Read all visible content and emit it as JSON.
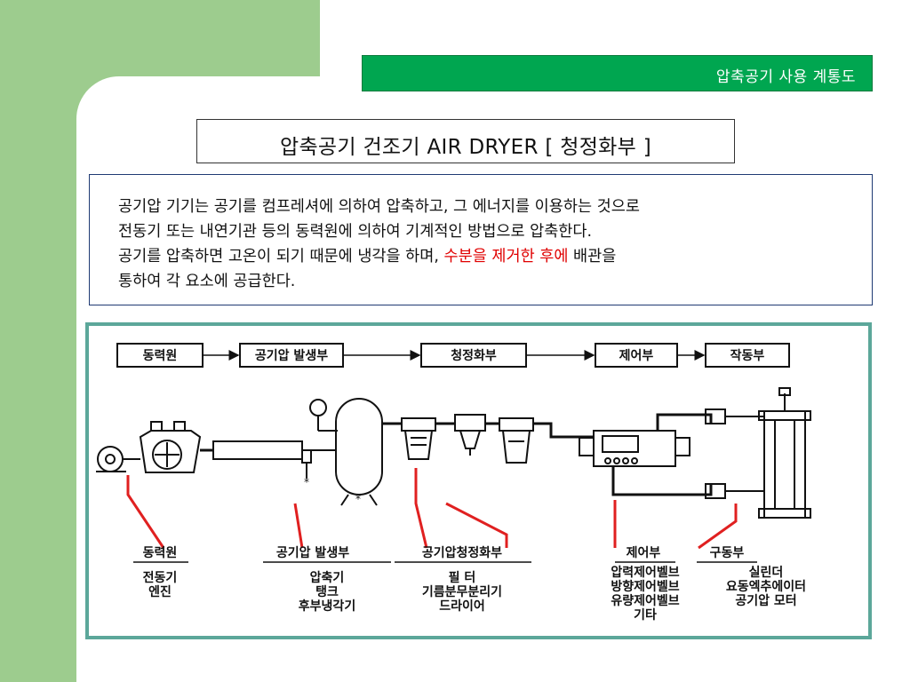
{
  "header": {
    "title": "압축공기 사용  계통도"
  },
  "slide_title": "압축공기 건조기 AIR  DRYER [ 청정화부 ]",
  "description": {
    "line1": "공기압 기기는 공기를  컴프레셔에 의하여 압축하고, 그 에너지를 이용하는 것으로",
    "line2": "전동기 또는 내연기관 등의  동력원에 의하여 기계적인 방법으로 압축한다.",
    "line3_prefix": "공기를 압축하면 고온이 되기 때문에 냉각을 하며,  ",
    "line3_highlight": "수분을 제거한 후에",
    "line3_suffix": " 배관을",
    "line4": "통하여 각 요소에 공급한다."
  },
  "flow_blocks": [
    "동력원",
    "공기압 발생부",
    "청정화부",
    "제어부",
    "작동부"
  ],
  "sections": [
    {
      "label": "동력원",
      "items": [
        "전동기",
        "엔진"
      ]
    },
    {
      "label": "공기압 발생부",
      "items": [
        "압축기",
        "탱크",
        "후부냉각기"
      ]
    },
    {
      "label": "공기압청정화부",
      "items": [
        "필  터",
        "기름분무분리기",
        "드라이어"
      ]
    },
    {
      "label": "제어부",
      "items": [
        "압력제어벨브",
        "방향제어벨브",
        "유량제어벨브",
        "기타"
      ]
    },
    {
      "label": "구동부",
      "items": [
        "실린더",
        "요동엑추에이터",
        "공기압 모터"
      ]
    }
  ],
  "colors": {
    "accent_green": "#00a650",
    "side_green": "#9dcc8e",
    "frame_teal": "#5ca79a",
    "highlight_red": "#e00000"
  }
}
